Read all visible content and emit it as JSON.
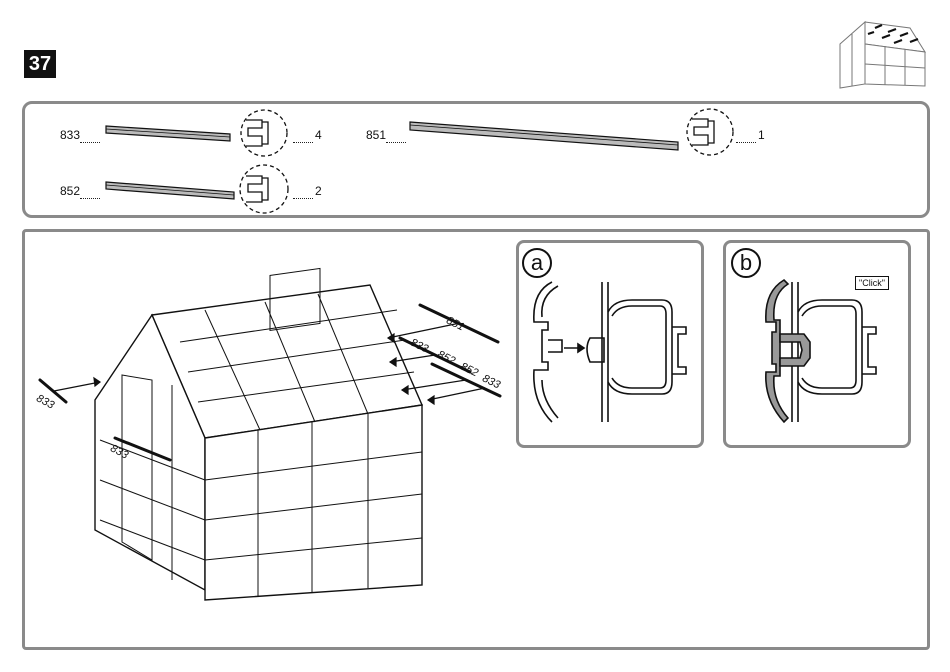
{
  "step": {
    "number": "37"
  },
  "parts": [
    {
      "code": "833",
      "quantity": "4"
    },
    {
      "code": "852",
      "quantity": "2"
    },
    {
      "code": "851",
      "quantity": "1"
    }
  ],
  "details": [
    {
      "label": "a"
    },
    {
      "label": "b",
      "note": "\"Click\""
    }
  ],
  "diagram_labels": {
    "left_833": "833",
    "door_833": "833",
    "r_851": "851",
    "r_833a": "833",
    "r_852a": "852",
    "r_852b": "852",
    "r_833b": "833"
  }
}
